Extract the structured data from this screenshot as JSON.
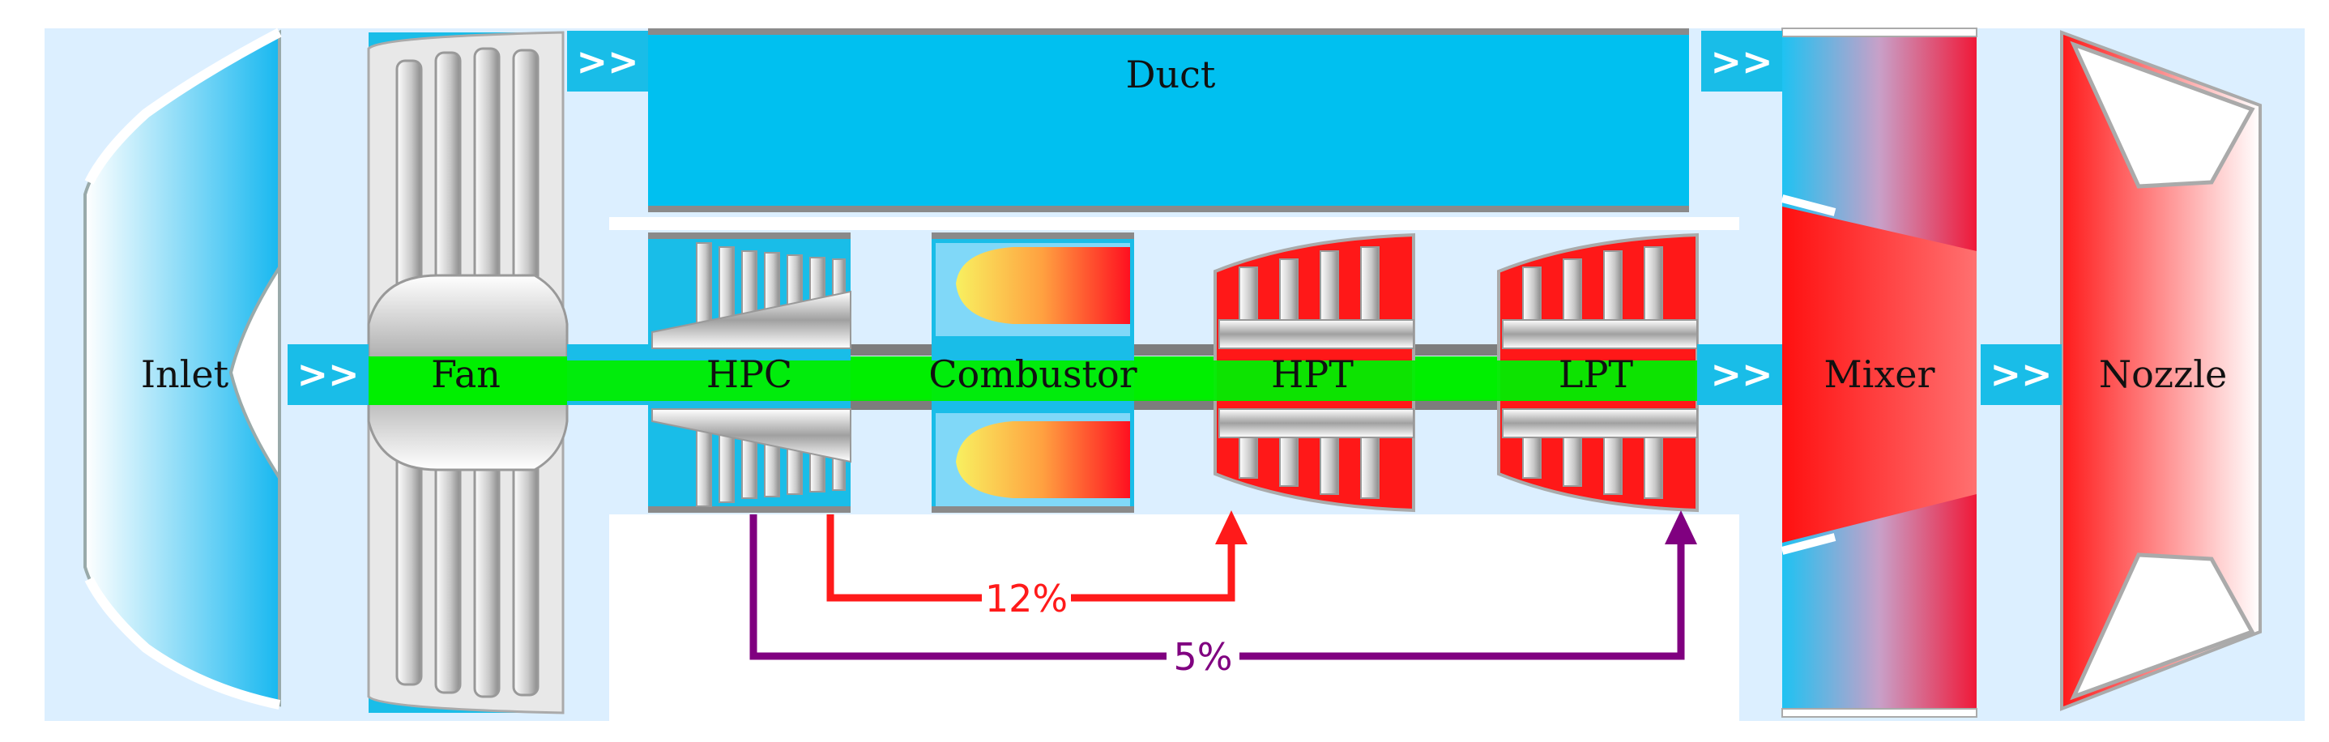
{
  "diagram": {
    "colors": {
      "background": "#dcefff",
      "duct_blue": "#00c0f0",
      "shaft_green": "#00ee00",
      "hot_red": "#ff2020",
      "bleed_12_color": "#ff1a1a",
      "bleed_5_color": "#800080",
      "metal_gray": "#a8a8a8"
    },
    "components": {
      "inlet": "Inlet",
      "fan": "Fan",
      "duct": "Duct",
      "hpc": "HPC",
      "combustor": "Combustor",
      "hpt": "HPT",
      "lpt": "LPT",
      "mixer": "Mixer",
      "nozzle": "Nozzle"
    },
    "flow_arrow_glyph": ">>",
    "bleeds": [
      {
        "label": "12%",
        "from": "HPC",
        "to": "HPT"
      },
      {
        "label": "5%",
        "from": "HPC",
        "to": "LPT"
      }
    ]
  }
}
